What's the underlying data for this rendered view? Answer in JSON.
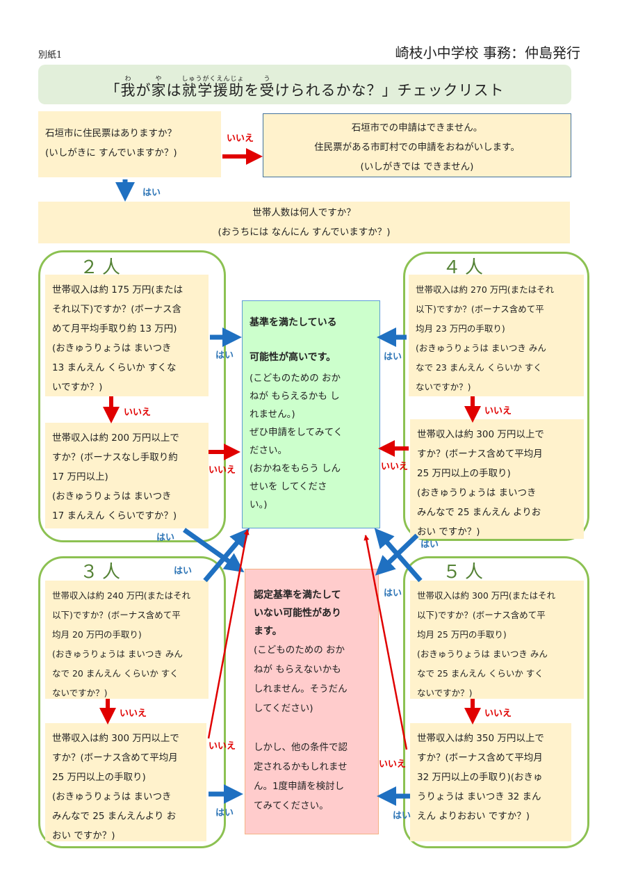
{
  "header": {
    "attachment": "別紙1",
    "school": "崎枝小中学校 事務：仲島発行"
  },
  "title": {
    "parts": [
      {
        "text": "「",
        "ruby": ""
      },
      {
        "text": "我",
        "ruby": "わ"
      },
      {
        "text": "が",
        "ruby": ""
      },
      {
        "text": "家",
        "ruby": "や"
      },
      {
        "text": "は",
        "ruby": ""
      },
      {
        "text": "就学援助",
        "ruby": "しゅうがくえんじょ"
      },
      {
        "text": "を",
        "ruby": ""
      },
      {
        "text": "受",
        "ruby": "う"
      },
      {
        "text": "けられるかな？」チェックリスト",
        "ruby": ""
      }
    ]
  },
  "q_residence": {
    "text": "石垣市に住民票はありますか？\n(いしがきに すんでいますか？)"
  },
  "no_residence": {
    "text": "石垣市での申請はできません。\n住民票がある市町村での申請をおねがいします。\n(いしがきでは できません)"
  },
  "q_household": {
    "text": "世帯人数は何人ですか？\n(おうちには なんにん すんでいますか？)"
  },
  "labels": {
    "yes": "はい",
    "no": "いいえ"
  },
  "groups": {
    "two": {
      "label": "２人",
      "q1": "世帯収入は約 175 万円(または\nそれ以下)ですか？(ボーナス含\nめて月平均手取り約 13 万円)\n(おきゅうりょうは まいつき\n13 まんえん くらいか すくな\nいですか？)",
      "q2": "世帯収入は約 200 万円以上で\nすか？(ボーナスなし手取り約\n17 万円以上)\n(おきゅうりょうは まいつき\n17 まんえん くらいですか？)"
    },
    "four": {
      "label": "４人",
      "q1": "世帯収入は約 270 万円(またはそれ\n以下)ですか？(ボーナス含めて平\n均月 23 万円の手取り)\n(おきゅうりょうは まいつき みん\nなで 23 まんえん くらいか すく\nないですか？)",
      "q2": "世帯収入は約 300 万円以上で\nすか？(ボーナス含めて平均月\n25 万円以上の手取り)\n(おきゅうりょうは まいつき\nみんなで 25 まんえん よりお\nおい ですか？)"
    },
    "three": {
      "label": "３人",
      "q1": "世帯収入は約 240 万円(またはそれ\n以下)ですか？(ボーナス含めて平\n均月 20 万円の手取り)\n(おきゅうりょうは まいつき みん\nなで 20 まんえん くらいか すく\nないですか？)",
      "q2": "世帯収入は約 300 万円以上で\nすか？(ボーナス含めて平均月\n25 万円以上の手取り)\n(おきゅうりょうは まいつき\nみんなで 25 まんえんより お\nおい ですか？)"
    },
    "five": {
      "label": "５人",
      "q1": "世帯収入は約 300 万円(またはそれ\n以下)ですか？(ボーナス含めて平\n均月 25 万円の手取り)\n(おきゅうりょうは まいつき みん\nなで 25 まんえん くらいか すく\nないですか？)",
      "q2": "世帯収入は約 350 万円以上で\nすか？(ボーナス含めて平均月\n32 万円以上の手取り)(おきゅ\nうりょうは まいつき 32 まん\nえん よりおおい ですか？)"
    }
  },
  "result_likely": {
    "heading1": "基準を満たしている",
    "heading2": "可能性が高いです。",
    "body": "(こどものための おか\nねが もらえるかも し\nれません。)\nぜひ申請をしてみてく\nださい。\n(おかねをもらう しん\nせいを してくださ\nい。)"
  },
  "result_unlikely": {
    "heading": "認定基準を満たして\nいない可能性があり\nます。",
    "body": "(こどものための おか\nねが もらえないかも\nしれません。そうだん\nしてください)\n\nしかし、他の条件で認\n定されるかもしれませ\nん。1度申請を検討し\nてみてください。"
  }
}
